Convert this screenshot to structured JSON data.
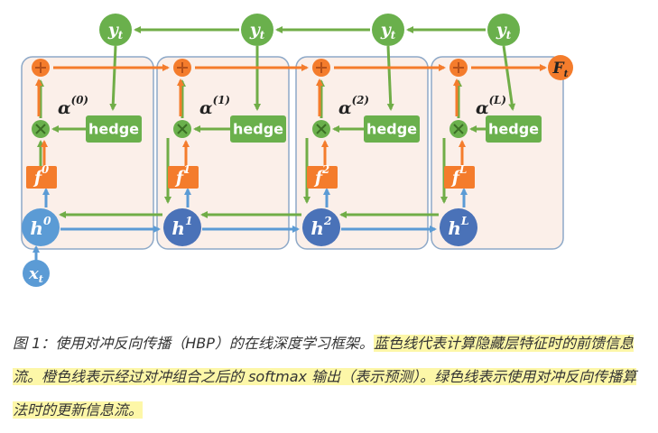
{
  "diagram": {
    "y_label": "y",
    "y_sub": "t",
    "x_label": "x",
    "x_sub": "t",
    "F_label": "F",
    "F_sub": "t",
    "hedge_label": "hedge",
    "alpha_label": "α",
    "layers": [
      {
        "alpha_sup": "(0)",
        "f_sup": "0",
        "h_sup": "0"
      },
      {
        "alpha_sup": "(1)",
        "f_sup": "1",
        "h_sup": "1"
      },
      {
        "alpha_sup": "(2)",
        "f_sup": "2",
        "h_sup": "2"
      },
      {
        "alpha_sup": "(L)",
        "f_sup": "L",
        "h_sup": "L"
      }
    ],
    "colors": {
      "green_node": "#6ab04c",
      "green_line": "#70ad47",
      "orange": "#f47c2c",
      "blue_node": "#4a72b8",
      "blue_line": "#5b9bd5",
      "panel_fill": "#fbefe9",
      "panel_stroke": "#8ea9c8"
    }
  },
  "caption": {
    "part1": "图 1：使用对冲反向传播（HBP）的在线深度学习框架。",
    "part2": "蓝色线代表计算隐藏层特征时的前馈信息流。橙色线表示经过对冲组合之后的 softmax 输出（表示预测）。绿色线表示使用对冲反向传播算法时的更新信息流。"
  }
}
